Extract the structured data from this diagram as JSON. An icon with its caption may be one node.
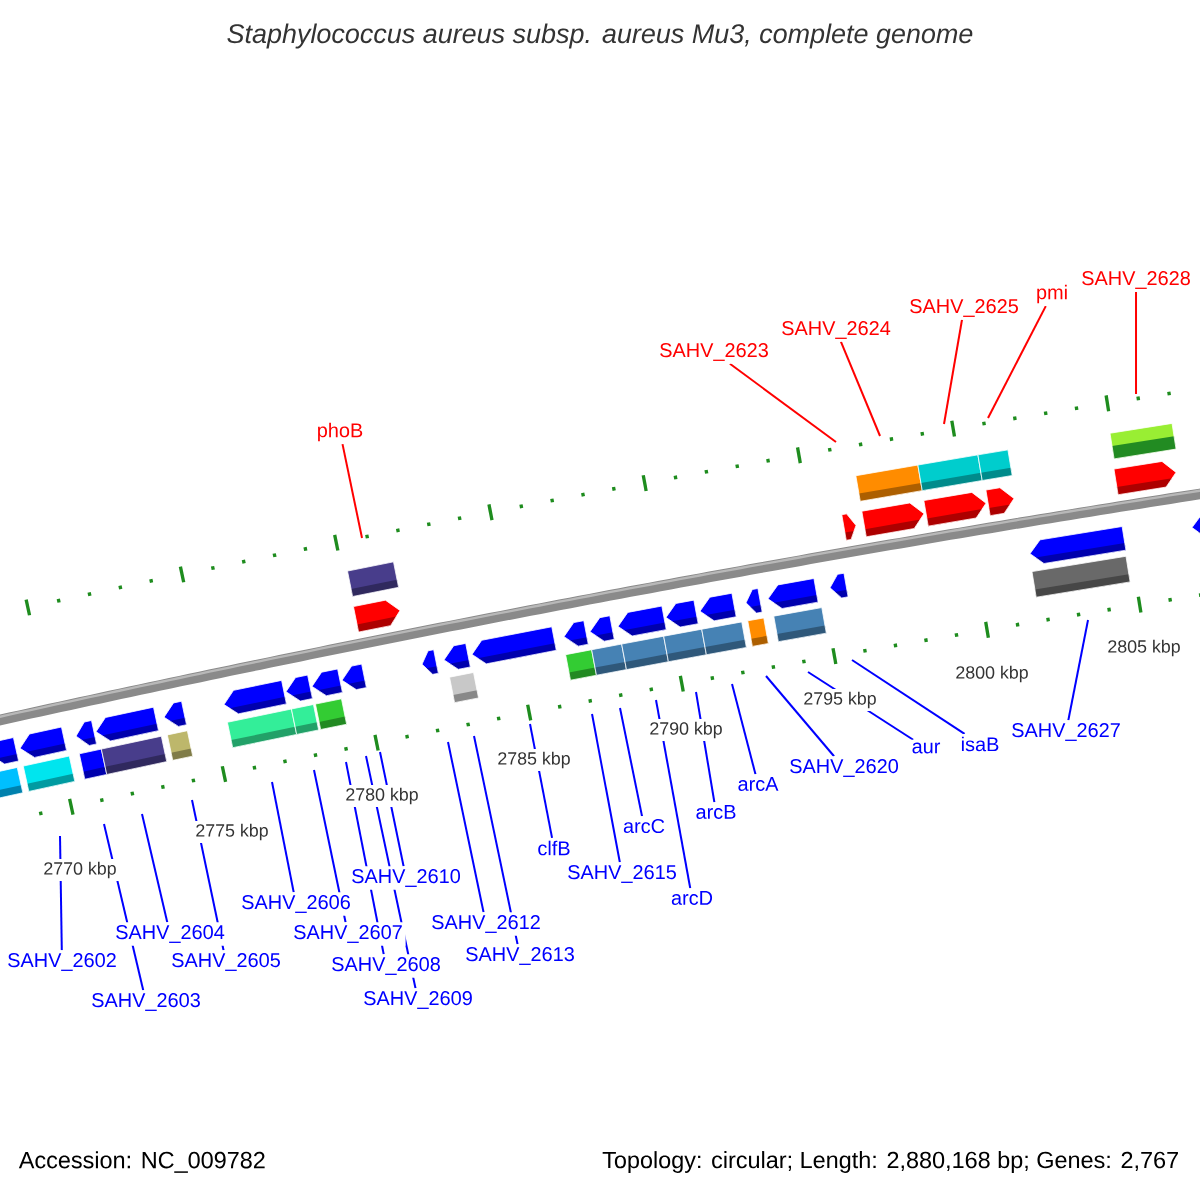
{
  "diagram": {
    "title": "Staphylococcus aureus subsp. aureus Mu3, complete genome",
    "nodes": [
      {
        "text": [
          "phoB"
        ]
      },
      {
        "text": [
          "SAHV_2623"
        ]
      },
      {
        "text": [
          "SAHV_2624"
        ]
      },
      {
        "text": [
          "SAHV_2625"
        ]
      },
      {
        "text": [
          "pmi"
        ]
      },
      {
        "text": [
          "SAHV_2628"
        ]
      },
      {
        "text": [
          "SAHV_2602"
        ]
      },
      {
        "text": [
          "SAHV_2603"
        ]
      },
      {
        "text": [
          "SAHV_2604"
        ]
      },
      {
        "text": [
          "SAHV_2605"
        ]
      },
      {
        "text": [
          "SAHV_2606"
        ]
      },
      {
        "text": [
          "SAHV_2607"
        ]
      },
      {
        "text": [
          "SAHV_2608"
        ]
      },
      {
        "text": [
          "SAHV_2609"
        ]
      },
      {
        "text": [
          "SAHV_2610"
        ]
      },
      {
        "text": [
          "SAHV_2612"
        ]
      },
      {
        "text": [
          "SAHV_2613"
        ]
      },
      {
        "text": [
          "clfB"
        ]
      },
      {
        "text": [
          "SAHV_2615"
        ]
      },
      {
        "text": [
          "arcC"
        ]
      },
      {
        "text": [
          "arcD"
        ]
      },
      {
        "text": [
          "arcB"
        ]
      },
      {
        "text": [
          "arcA"
        ]
      },
      {
        "text": [
          "SAHV_2620"
        ]
      },
      {
        "text": [
          "aur"
        ]
      },
      {
        "text": [
          "isaB"
        ]
      },
      {
        "text": [
          "SAHV_2627"
        ]
      }
    ],
    "edges": [
      {
        "from": 0,
        "to": null,
        "arrow": "none",
        "color": "#ff0000"
      },
      {
        "from": 1,
        "to": null,
        "arrow": "none",
        "color": "#ff0000"
      },
      {
        "from": 2,
        "to": null,
        "arrow": "none",
        "color": "#ff0000"
      },
      {
        "from": 3,
        "to": null,
        "arrow": "none",
        "color": "#ff0000"
      },
      {
        "from": 4,
        "to": null,
        "arrow": "none",
        "color": "#ff0000"
      },
      {
        "from": 5,
        "to": null,
        "arrow": "none",
        "color": "#ff0000"
      },
      {
        "from": 6,
        "to": null,
        "arrow": "none"
      },
      {
        "from": 7,
        "to": null,
        "arrow": "none"
      },
      {
        "from": 8,
        "to": null,
        "arrow": "none"
      },
      {
        "from": 9,
        "to": null,
        "arrow": "none"
      },
      {
        "from": 10,
        "to": null,
        "arrow": "none"
      },
      {
        "from": 11,
        "to": null,
        "arrow": "none"
      },
      {
        "from": 12,
        "to": null,
        "arrow": "none"
      },
      {
        "from": 13,
        "to": null,
        "arrow": "none"
      },
      {
        "from": 14,
        "to": null,
        "arrow": "none"
      },
      {
        "from": 15,
        "to": null,
        "arrow": "none"
      },
      {
        "from": 16,
        "to": null,
        "arrow": "none"
      },
      {
        "from": 17,
        "to": null,
        "arrow": "none"
      },
      {
        "from": 18,
        "to": null,
        "arrow": "none"
      },
      {
        "from": 19,
        "to": null,
        "arrow": "none"
      },
      {
        "from": 20,
        "to": null,
        "arrow": "none"
      },
      {
        "from": 21,
        "to": null,
        "arrow": "none"
      },
      {
        "from": 22,
        "to": null,
        "arrow": "none"
      },
      {
        "from": 23,
        "to": null,
        "arrow": "none"
      },
      {
        "from": 24,
        "to": null,
        "arrow": "none"
      },
      {
        "from": 25,
        "to": null,
        "arrow": "none"
      },
      {
        "from": 26,
        "to": null,
        "arrow": "none"
      }
    ],
    "labels": [
      "2770 kbp",
      "2775 kbp",
      "2780 kbp",
      "2785 kbp",
      "2790 kbp",
      "2795 kbp",
      "2800 kbp",
      "2805 kbp",
      "Accession: NC_009782",
      "Topology: circular; Length: 2,880,168 bp; Genes: 2,767"
    ]
  }
}
